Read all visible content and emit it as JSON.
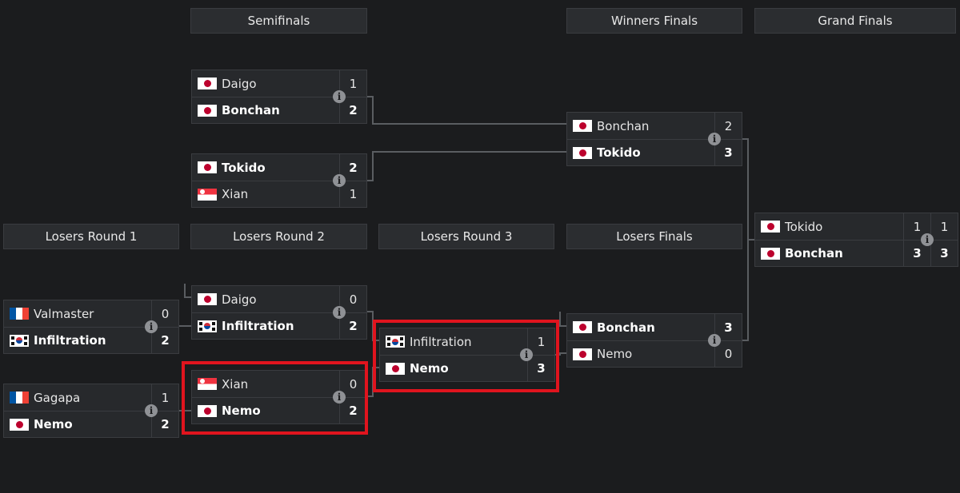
{
  "headers": {
    "semifinals": "Semifinals",
    "winners_finals": "Winners Finals",
    "grand_finals": "Grand Finals",
    "losers_round_1": "Losers Round 1",
    "losers_round_2": "Losers Round 2",
    "losers_round_3": "Losers Round 3",
    "losers_finals": "Losers Finals"
  },
  "matches": {
    "sf1": {
      "p1": {
        "name": "Daigo",
        "flag": "japan",
        "score": "1"
      },
      "p2": {
        "name": "Bonchan",
        "flag": "japan",
        "score": "2",
        "winner": true
      }
    },
    "sf2": {
      "p1": {
        "name": "Tokido",
        "flag": "japan",
        "score": "2",
        "winner": true
      },
      "p2": {
        "name": "Xian",
        "flag": "singapore",
        "score": "1"
      }
    },
    "wf": {
      "p1": {
        "name": "Bonchan",
        "flag": "japan",
        "score": "2"
      },
      "p2": {
        "name": "Tokido",
        "flag": "japan",
        "score": "3",
        "winner": true
      }
    },
    "gf": {
      "p1": {
        "name": "Tokido",
        "flag": "japan",
        "score1": "1",
        "score2": "1"
      },
      "p2": {
        "name": "Bonchan",
        "flag": "japan",
        "score1": "3",
        "score2": "3",
        "winner": true
      }
    },
    "lr1a": {
      "p1": {
        "name": "Valmaster",
        "flag": "france",
        "score": "0"
      },
      "p2": {
        "name": "Infiltration",
        "flag": "korea",
        "score": "2",
        "winner": true
      }
    },
    "lr1b": {
      "p1": {
        "name": "Gagapa",
        "flag": "france",
        "score": "1"
      },
      "p2": {
        "name": "Nemo",
        "flag": "japan",
        "score": "2",
        "winner": true
      }
    },
    "lr2a": {
      "p1": {
        "name": "Daigo",
        "flag": "japan",
        "score": "0"
      },
      "p2": {
        "name": "Infiltration",
        "flag": "korea",
        "score": "2",
        "winner": true
      }
    },
    "lr2b": {
      "p1": {
        "name": "Xian",
        "flag": "singapore",
        "score": "0"
      },
      "p2": {
        "name": "Nemo",
        "flag": "japan",
        "score": "2",
        "winner": true
      }
    },
    "lr3": {
      "p1": {
        "name": "Infiltration",
        "flag": "korea",
        "score": "1"
      },
      "p2": {
        "name": "Nemo",
        "flag": "japan",
        "score": "3",
        "winner": true
      }
    },
    "lf": {
      "p1": {
        "name": "Bonchan",
        "flag": "japan",
        "score": "3",
        "winner": true
      },
      "p2": {
        "name": "Nemo",
        "flag": "japan",
        "score": "0"
      }
    }
  },
  "icons": {
    "info": "i"
  },
  "colors": {
    "background": "#1b1c1e",
    "highlight": "#e0141e",
    "connector": "#5a5d61"
  }
}
